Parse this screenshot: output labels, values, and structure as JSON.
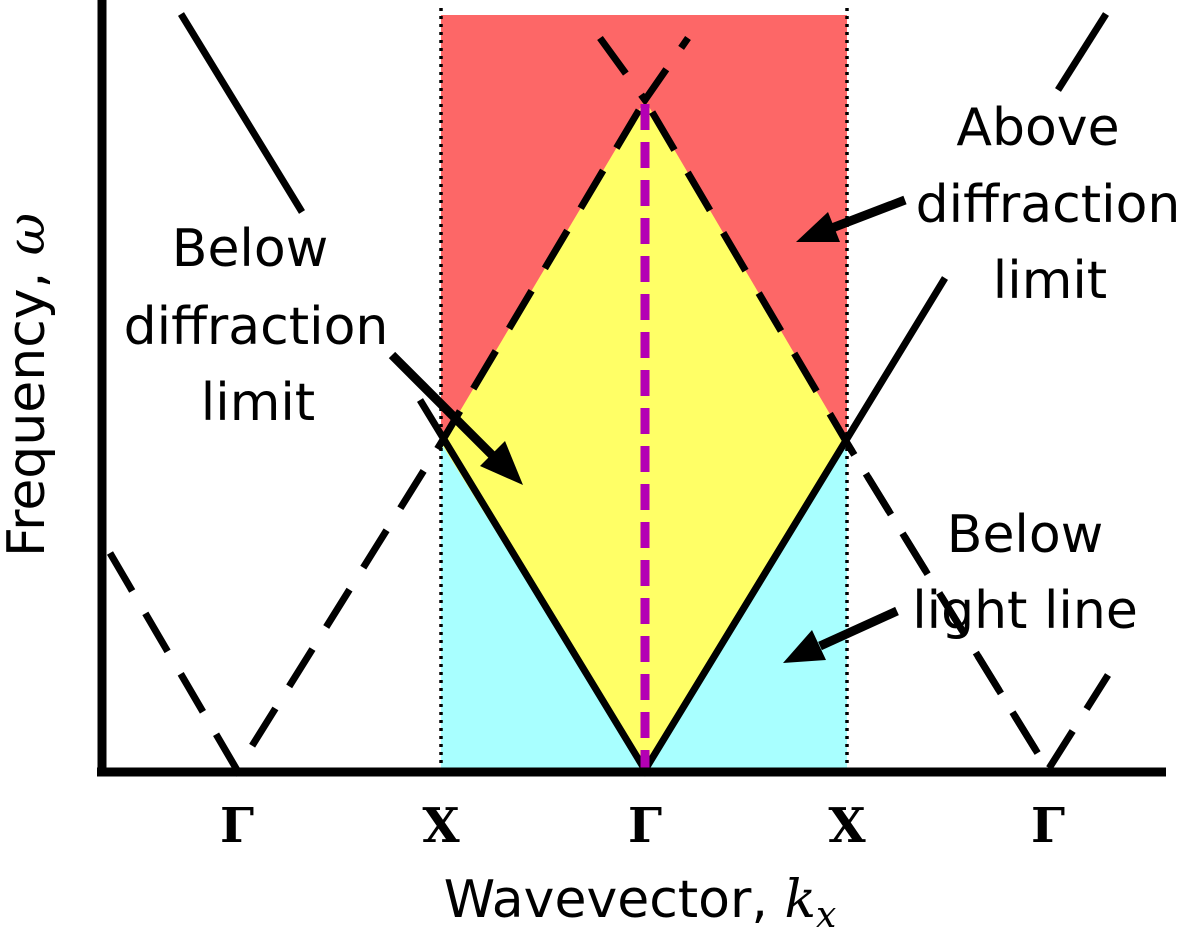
{
  "axes": {
    "ylabel_text": "Frequency, ",
    "ylabel_symbol": "ω",
    "xlabel_text": "Wavevector, ",
    "xlabel_symbol": "k",
    "xlabel_subscript": "x"
  },
  "ticks": [
    "Γ",
    "X",
    "Γ",
    "X",
    "Γ"
  ],
  "regions": {
    "above": {
      "lines": [
        "Above",
        "diffraction",
        "limit"
      ],
      "color": "#fd6767"
    },
    "below_diffraction": {
      "lines": [
        "Below",
        "diffraction",
        "limit"
      ],
      "color": "#ffff66"
    },
    "below_light": {
      "lines": [
        "Below",
        "light line"
      ],
      "color": "#a8ffff"
    }
  },
  "colors": {
    "axis": "#000000",
    "center_line": "#b400b4"
  }
}
